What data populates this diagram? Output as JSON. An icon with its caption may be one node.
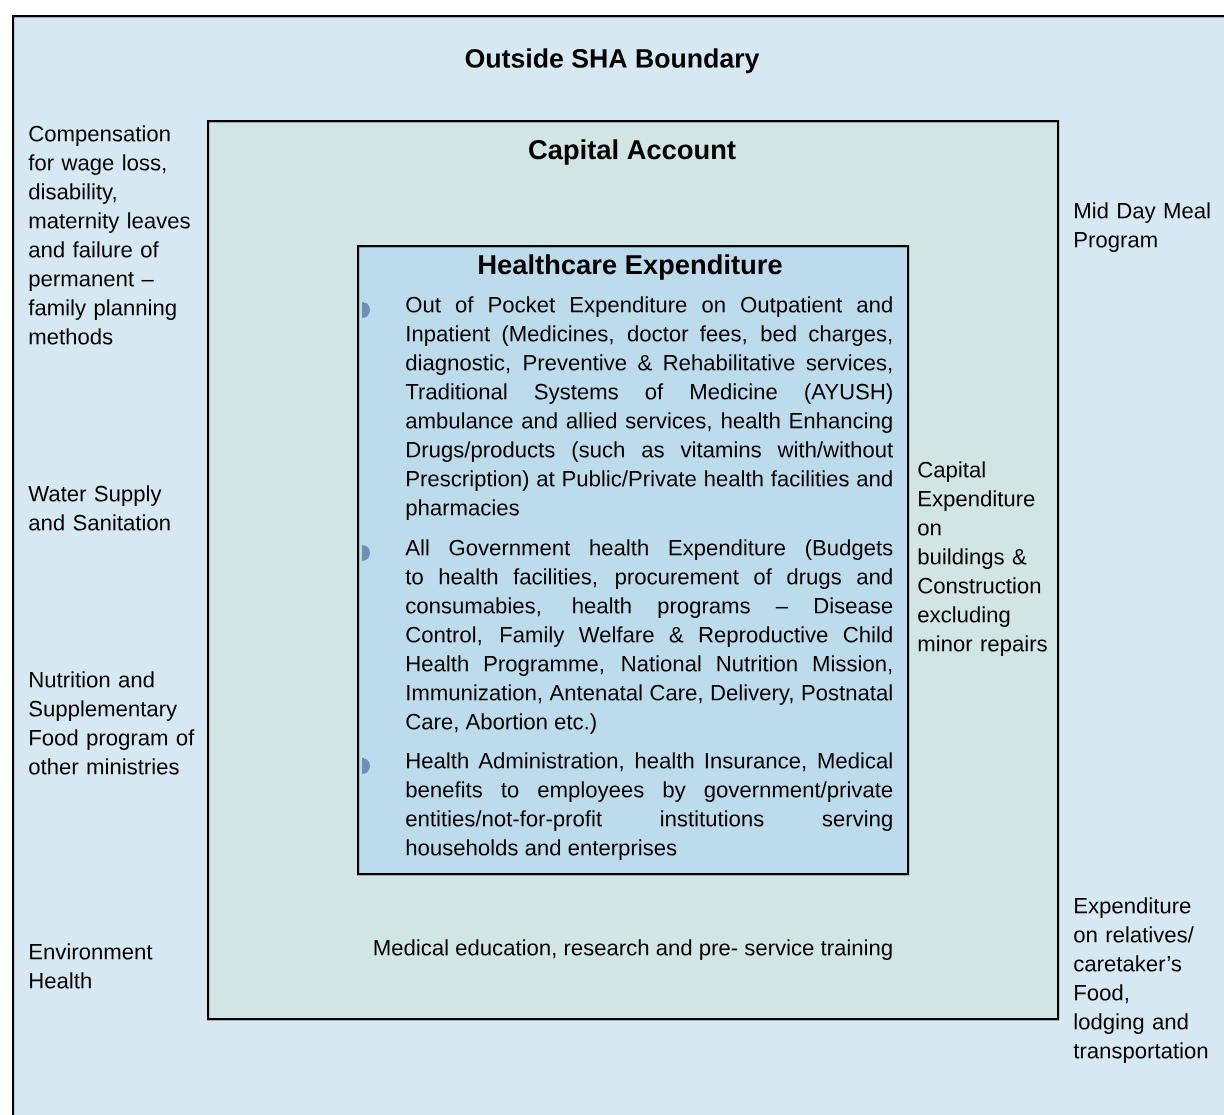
{
  "diagram": {
    "nodes": [
      {
        "text": [
          "Outside SHA Boundary",
          "Compensation for wage loss, disability, maternity leaves and failure of permanent – family planning methods",
          "Mid Day Meal Program",
          "Water Supply and Sanitation",
          "Nutrition and Supplementary Food program of other ministries",
          "Expenditure on relatives/ caretaker’s Food, lodging and transportation",
          "Environment Health"
        ]
      },
      {
        "text": [
          "Capital Account",
          "Capital Expenditure on buildings & Construction excluding minor repairs",
          "Medical education, research and pre- service training"
        ],
        "in": 0
      },
      {
        "text": [
          "Healthcare Expenditure",
          "Out of Pocket Expenditure on Outpatient and Inpatient (Medicines, doctor fees, bed charges, diagnostic, Preventive & Rehabilitative services, Traditional Systems of Medicine (AYUSH) ambulance and allied services, health Enhancing Drugs/products (such as vitamins with/without Prescription) at Public/Private health facilities and pharmacies",
          "All Government health Expenditure (Budgets to health facilities, procurement of drugs and consumabies, health programs – Disease Control, Family Welfare & Reproductive Child Health Programme, National Nutrition Mission, Immunization, Antenatal Care, Delivery, Postnatal Care, Abortion etc.)",
          "Health Administration, health Insurance, Medical benefits to employees by government/private entities/not-for-profit institutions serving households and enterprises"
        ],
        "in": 1
      }
    ]
  }
}
